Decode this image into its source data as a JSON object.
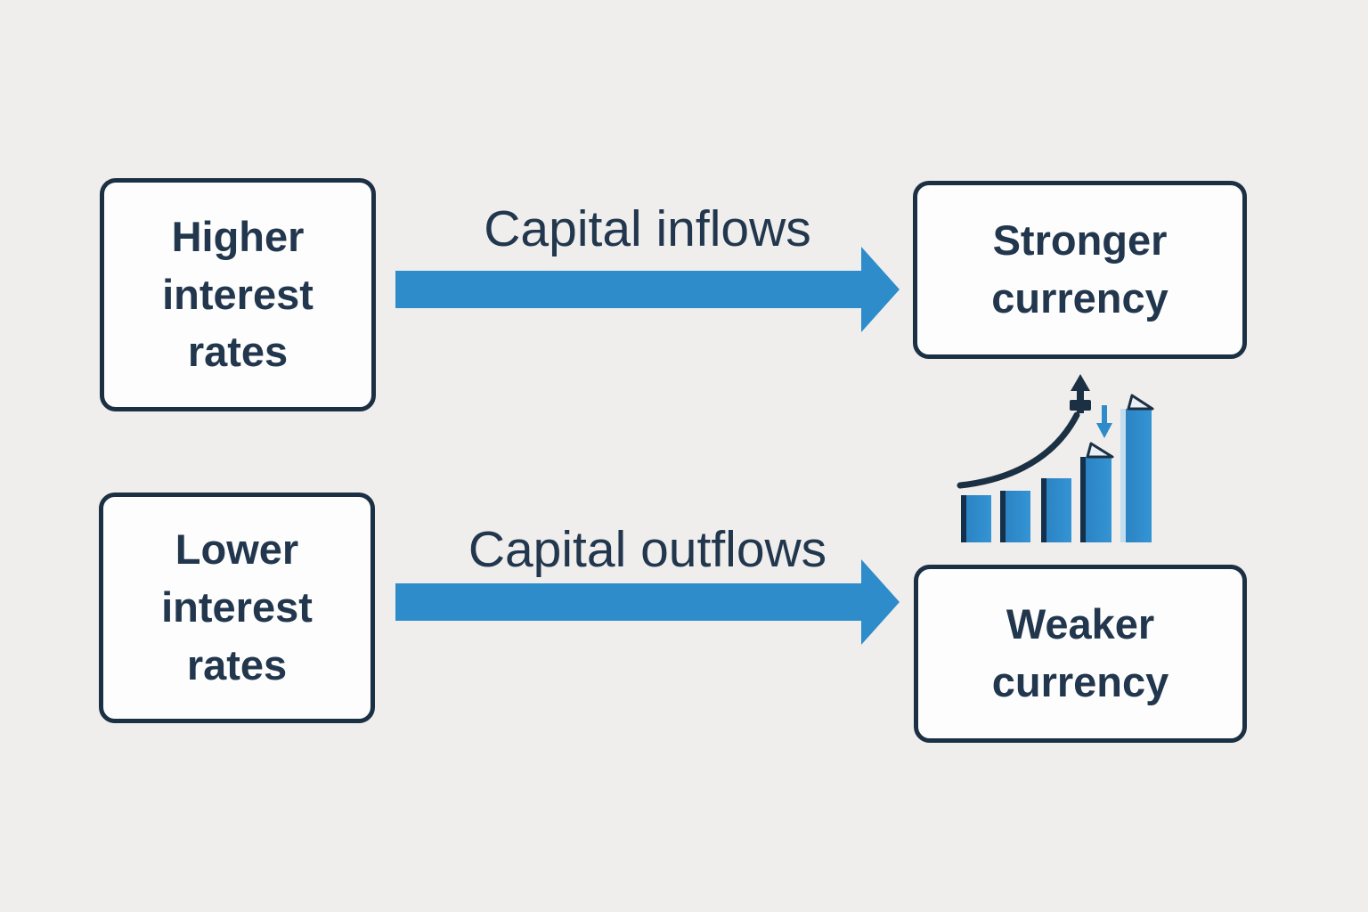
{
  "diagram": {
    "title_implied": "Interest rates and currency strength flow diagram",
    "nodes": [
      {
        "id": "higher-rates",
        "label": "Higher interest rates"
      },
      {
        "id": "stronger-currency",
        "label": "Stronger currency"
      },
      {
        "id": "lower-rates",
        "label": "Lower interest rates"
      },
      {
        "id": "weaker-currency",
        "label": "Weaker currency"
      }
    ],
    "flows": [
      {
        "from": "higher-rates",
        "to": "stronger-currency",
        "label": "Capital inflows",
        "direction": "right"
      },
      {
        "from": "lower-rates",
        "to": "weaker-currency",
        "label": "Capital outflows",
        "direction": "right"
      }
    ],
    "icons": {
      "growth_chart": "bar-chart-growth-icon",
      "up_trend": "up-trend-curve-arrow-icon",
      "down_arrow": "down-arrow-icon"
    },
    "chart_icon": {
      "type": "bar",
      "bars_relative_heights": [
        53,
        58,
        72,
        96,
        150
      ],
      "decorations": [
        "rising curve with up arrow",
        "small blue down arrow",
        "folded page corners on two tallest bars"
      ]
    }
  },
  "colors": {
    "page-bg": "#efeeec",
    "box-bg": "#fdfdfd",
    "ink-navy": "#1b3043",
    "text-navy": "#22374d",
    "accent-blue": "#2e8cca",
    "bar-edge-dark": "#14304a",
    "bar-edge-light": "#c3ddee"
  }
}
